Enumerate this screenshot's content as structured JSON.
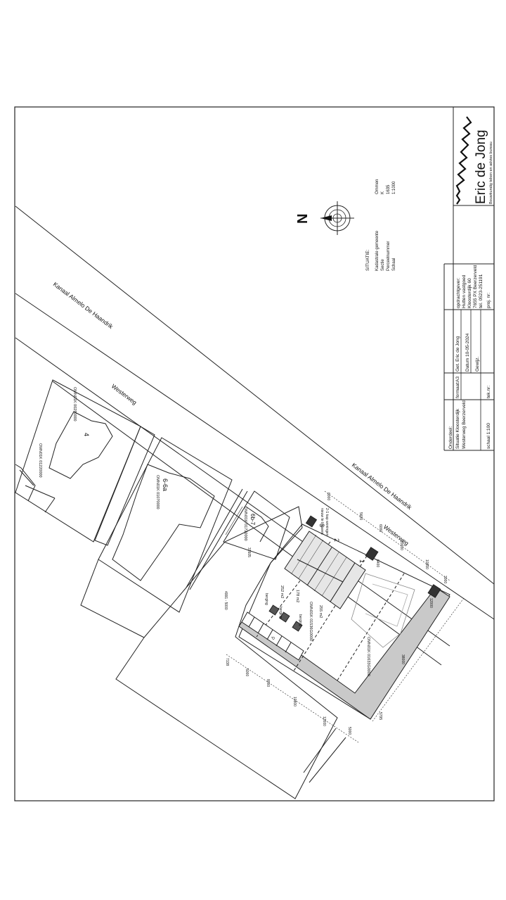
{
  "north_label": "N",
  "situatie": {
    "title": "SITUATIE:",
    "rows": [
      {
        "label": "Kadastrale gemeente",
        "value": "Ommen"
      },
      {
        "label": "Sectie",
        "value": "K"
      },
      {
        "label": "Perceelnummer",
        "value": "1635"
      },
      {
        "label": "Schaal",
        "value": "1:1000"
      }
    ]
  },
  "title_block": {
    "company": "Eric de Jong",
    "tagline": "Bouwkundig teken en advies bureau",
    "opdrachtgever_label": "opdrachtgever:",
    "opdrachtgever_lines": [
      "Hutten vastgoed",
      "Kloosterdijk 60",
      "7655 PX Beerzerveld",
      "tel. 0523-251191"
    ],
    "proj_label": "proj. nr:",
    "get_label": "Get. Eric de Jong",
    "datum_label": "Datum 10-05-2024",
    "gewijz_label": "Gewijz.",
    "formaat_label": "formaat:",
    "formaat_value": "A3",
    "tek_label": "tek.nr:",
    "onderdeel_label": "Onderdeel:",
    "onderdeel_lines": [
      "Situatie Kloosterdijk",
      "Westerweg Beerzerveld"
    ],
    "schaal_label": "schaal 1:100"
  },
  "map": {
    "kanaal_1": "Kanaal Almelo De Haandrik",
    "kanaal_2": "Kanaal Almelo De Haandrik",
    "westerweg_1": "Westerweg",
    "westerweg_2": "Westerweg",
    "parcel_a": "OMN01K 00250000",
    "house_4": "4",
    "parcel_b": "OMN01K 01220000",
    "parcel_c": "OMN01K 01070000",
    "house_6a": "6-6a",
    "parcel_d": "OMN01K 01720000",
    "house_6b7": "6b-7",
    "dim_31605": "31605",
    "parcel_e": "OMN01K 01633G0000",
    "parcel_f": "OMN01K 01536G0000",
    "area_252": "252 m2",
    "area_178": "178 m2",
    "area_255": "255 m2",
    "plot_1": "1",
    "plot_2": "2",
    "plot_3": "3",
    "nieuw_label_1": "nieuw te bouwen",
    "nieuw_label_2": "2-1 kap woningen",
    "berging_1": "berging",
    "berging_2": "berging",
    "berging_3": "berging",
    "parking_p": "P",
    "dim_12000": "12000",
    "dim_7138": "7138",
    "dim_5000a": "5000",
    "dim_5000b": "5000",
    "dim_6000": "6000",
    "dim_3000": "3000",
    "dim_8000": "8000",
    "dim_10000": "10000",
    "dim_10800": "10800",
    "dim_5795": "5795",
    "dim_38000": "38000",
    "dim_4991": "4991 - 5000",
    "dim_6000b": "6000",
    "dim_5600": "5600",
    "dim_6400": "6400",
    "dim_12000b": "12000"
  }
}
